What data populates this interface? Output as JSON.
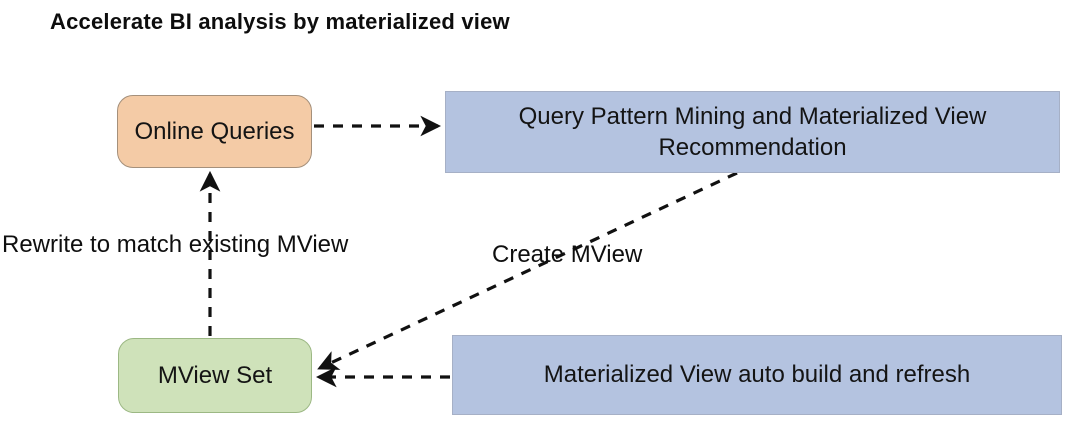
{
  "title": "Accelerate BI analysis by materialized view",
  "colors": {
    "background": "#ffffff",
    "orange_node_fill": "#f4cba6",
    "orange_node_border": "#a5907b",
    "blue_node_fill": "#b4c3e0",
    "blue_node_border": "#a6b0c6",
    "green_node_fill": "#cfe2ba",
    "green_node_border": "#9cb884",
    "arrow_color": "#111111",
    "text_color": "#141414"
  },
  "diagram": {
    "nodes": [
      {
        "id": "online-queries",
        "label": "Online Queries",
        "shape": "rounded",
        "color": "orange"
      },
      {
        "id": "query-pattern-recommendation",
        "label": "Query Pattern Mining and Materialized View Recommendation",
        "shape": "rectangle",
        "color": "blue"
      },
      {
        "id": "mview-set",
        "label": "MView Set",
        "shape": "rounded",
        "color": "green"
      },
      {
        "id": "mview-auto-build-refresh",
        "label": "Materialized View auto build and refresh",
        "shape": "rectangle",
        "color": "blue"
      }
    ],
    "edges": [
      {
        "from": "online-queries",
        "to": "query-pattern-recommendation",
        "label": "",
        "style": "dashed-arrow"
      },
      {
        "from": "mview-set",
        "to": "online-queries",
        "label": "Rewrite to match existing MView",
        "style": "dashed-arrow"
      },
      {
        "from": "query-pattern-recommendation",
        "to": "mview-set",
        "label": "Create MView",
        "style": "dashed-arrow"
      },
      {
        "from": "mview-auto-build-refresh",
        "to": "mview-set",
        "label": "",
        "style": "dashed-arrow"
      }
    ]
  }
}
